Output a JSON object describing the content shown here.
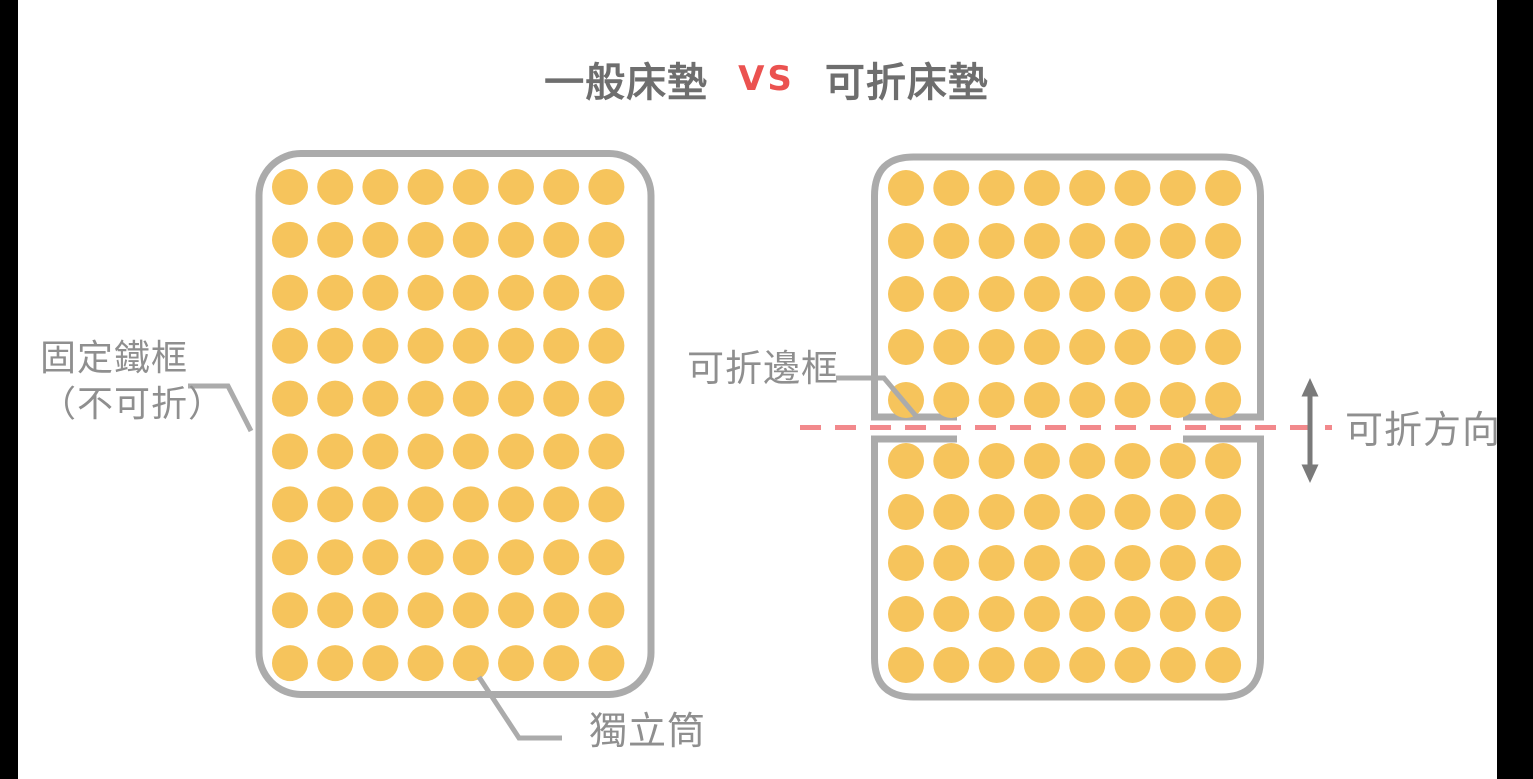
{
  "title": {
    "left_mattress": "一般床墊",
    "vs": "VS",
    "right_mattress": "可折床墊"
  },
  "labels": {
    "fixed_frame": {
      "line1": "固定鐵框",
      "line2": "（不可折）"
    },
    "foldable_frame": "可折邊框",
    "pocket_spring": "獨立筒",
    "fold_direction": "可折方向"
  },
  "diagram": {
    "left_mattress": {
      "label": "一般床墊",
      "frame_type": "fixed",
      "spring_columns": 8,
      "spring_rows": 10
    },
    "right_mattress": {
      "label": "可折床墊",
      "frame_type": "foldable",
      "fold_axis": "horizontal",
      "spring_columns": 8,
      "spring_rows_top_half": 5,
      "spring_rows_bottom_half": 5
    }
  },
  "icons": {
    "fold_direction_arrow": "double-headed-vertical-arrow",
    "fold_line": "horizontal-dashed-line"
  },
  "colors": {
    "spring_yellow": "#F6C45C",
    "frame_gray": "#ABABAB",
    "label_gray": "#8F8F8F",
    "title_gray": "#6E6E6E",
    "vs_red": "#EB5250",
    "fold_pink": "#F2898C",
    "arrow_gray": "#7A7A7A",
    "letterbox_black": "#000000"
  }
}
